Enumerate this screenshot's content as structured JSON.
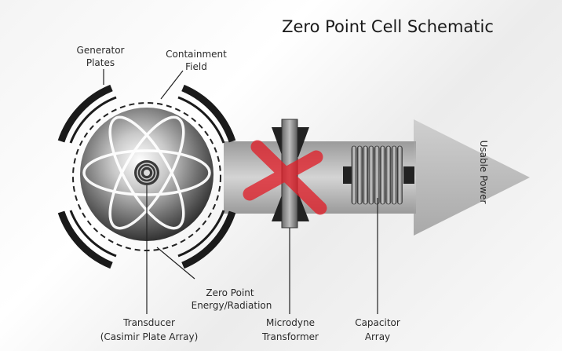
{
  "title": "Zero Point Cell Schematic",
  "labels": {
    "generator_plates": [
      "Generator",
      "Plates"
    ],
    "containment_field": [
      "Containment",
      "Field"
    ],
    "zero_point_energy": [
      "Zero Point",
      "Energy/Radiation"
    ],
    "transducer": [
      "Transducer",
      "(Casimir Plate Array)"
    ],
    "microdyne_transformer": [
      "Microdyne",
      "Transformer"
    ],
    "capacitor_array": [
      "Capacitor",
      "Array"
    ],
    "usable_power": "Usable Power"
  },
  "colors": {
    "plates": "#1a1a1a",
    "arrow": "#b8b8b8",
    "x_mark": "#e0202a",
    "leader": "#222222"
  }
}
